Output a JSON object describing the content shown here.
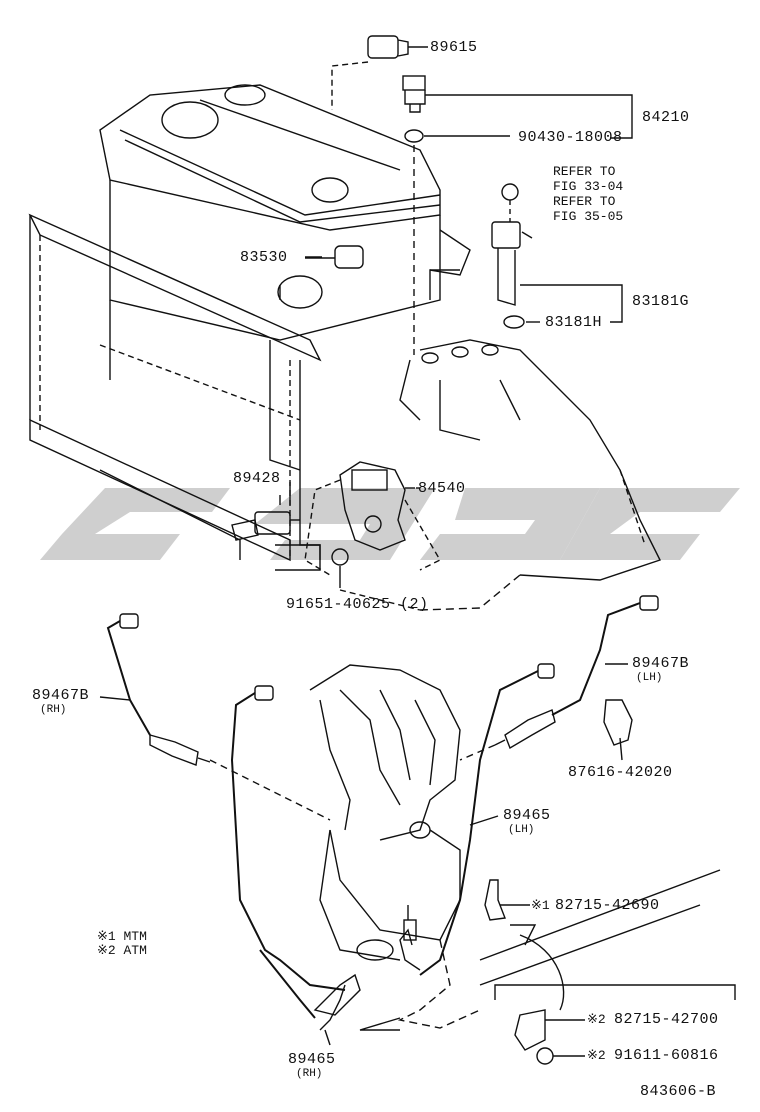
{
  "labels": {
    "p89615": "89615",
    "p84210": "84210",
    "p90430": "90430-18008",
    "refer1": "REFER TO",
    "fig1": "FIG 33-04",
    "refer2": "REFER TO",
    "fig2": "FIG 35-05",
    "p83530": "83530",
    "p83181g": "83181G",
    "p83181h": "83181H",
    "p89428": "89428",
    "p84540": "84540",
    "p91651": "91651-40625 (2)",
    "p89467b_lh": "89467B",
    "p89467b_rh": "89467B",
    "p87616": "87616-42020",
    "p89465_lh": "89465",
    "p82715_42690": "82715-42690",
    "p82715_42700": "82715-42700",
    "p91611": "91611-60816",
    "p89465_rh": "89465",
    "drawing_no": "843606-B"
  },
  "sublabels": {
    "rh1": "(RH)",
    "lh1": "(LH)",
    "lh2": "(LH)",
    "rh2": "(RH)"
  },
  "notes": {
    "mtm": "※1 MTM",
    "atm": "※2 ATM",
    "star1": "※1",
    "star2a": "※2",
    "star2b": "※2"
  },
  "colors": {
    "line": "#111111",
    "watermark": "#cfcfcf"
  }
}
